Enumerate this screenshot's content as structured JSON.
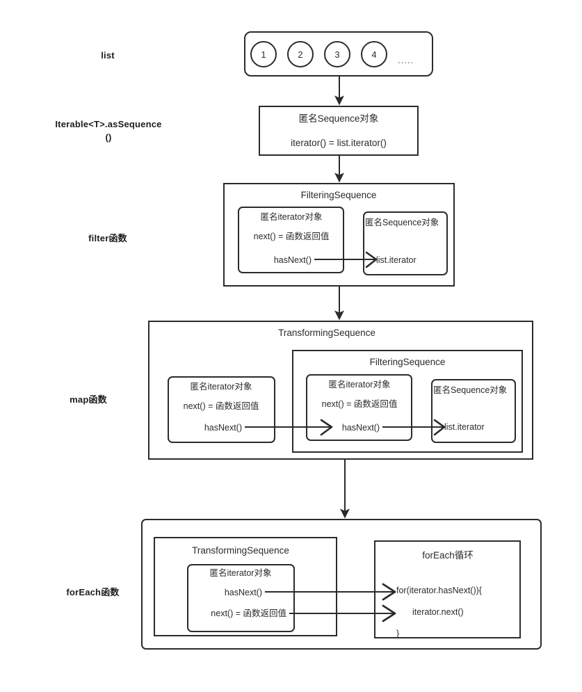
{
  "diagram": {
    "title": "Kotlin Sequence lazy evaluation chain",
    "stroke_color": "#2b2b2b",
    "background": "#ffffff"
  },
  "stages": [
    {
      "key": "list",
      "label": "list"
    },
    {
      "key": "assequence",
      "label": "Iterable<T>.asSequence\n()"
    },
    {
      "key": "filter",
      "label": "filter函数"
    },
    {
      "key": "map",
      "label": "map函数"
    },
    {
      "key": "foreach",
      "label": "forEach函数"
    }
  ],
  "list_box": {
    "items": [
      "1",
      "2",
      "3",
      "4"
    ],
    "ellipsis": "....."
  },
  "assequence_box": {
    "title": "匿名Sequence对象",
    "body": "iterator() = list.iterator()"
  },
  "filter_block": {
    "title": "FilteringSequence",
    "iterator_box": {
      "title": "匿名iterator对象",
      "line_next": "next() = 函数返回值",
      "line_hasnext": "hasNext()"
    },
    "sequence_box": {
      "title": "匿名Sequence对象",
      "line": "list.iterator"
    }
  },
  "map_block": {
    "title": "TransformingSequence",
    "iterator_box": {
      "title": "匿名iterator对象",
      "line_next": "next() = 函数返回值",
      "line_hasnext": "hasNext()"
    },
    "inner_filtering": {
      "title": "FilteringSequence",
      "iterator_box": {
        "title": "匿名iterator对象",
        "line_next": "next() = 函数返回值",
        "line_hasnext": "hasNext()"
      },
      "sequence_box": {
        "title": "匿名Sequence对象",
        "line": "list.iterator"
      }
    }
  },
  "foreach_block": {
    "transforming": {
      "title": "TransformingSequence",
      "iterator_box": {
        "title": "匿名iterator对象",
        "line_hasnext": "hasNext()",
        "line_next": "next() = 函数返回值"
      }
    },
    "loop_box": {
      "title": "forEach循环",
      "line_for": "for(iterator.hasNext()){",
      "line_next": "iterator.next()",
      "line_close": "}"
    }
  }
}
